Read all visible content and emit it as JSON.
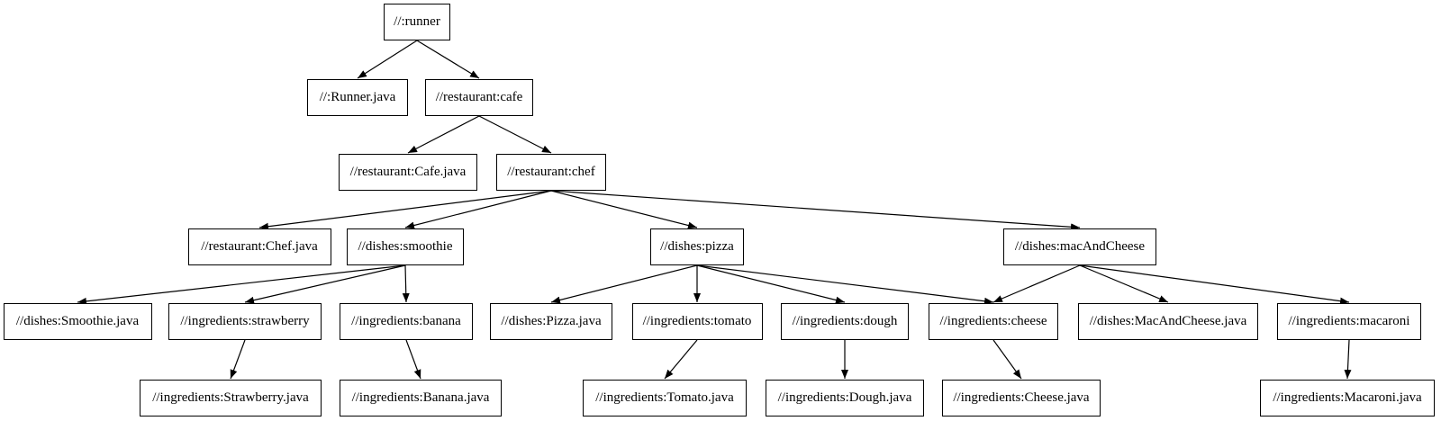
{
  "diagram": {
    "type": "dependency-graph",
    "background_color": "#ffffff",
    "node_fill_color": "#ffffff",
    "node_border_color": "#000000",
    "edge_color": "#000000",
    "text_color": "#000000",
    "nodes": [
      {
        "id": "runner",
        "label": "//:runner"
      },
      {
        "id": "runner_java",
        "label": "//:Runner.java"
      },
      {
        "id": "cafe",
        "label": "//restaurant:cafe"
      },
      {
        "id": "cafe_java",
        "label": "//restaurant:Cafe.java"
      },
      {
        "id": "chef",
        "label": "//restaurant:chef"
      },
      {
        "id": "chef_java",
        "label": "//restaurant:Chef.java"
      },
      {
        "id": "smoothie",
        "label": "//dishes:smoothie"
      },
      {
        "id": "pizza",
        "label": "//dishes:pizza"
      },
      {
        "id": "mac_and_cheese",
        "label": "//dishes:macAndCheese"
      },
      {
        "id": "smoothie_java",
        "label": "//dishes:Smoothie.java"
      },
      {
        "id": "strawberry",
        "label": "//ingredients:strawberry"
      },
      {
        "id": "banana",
        "label": "//ingredients:banana"
      },
      {
        "id": "pizza_java",
        "label": "//dishes:Pizza.java"
      },
      {
        "id": "tomato",
        "label": "//ingredients:tomato"
      },
      {
        "id": "dough",
        "label": "//ingredients:dough"
      },
      {
        "id": "cheese",
        "label": "//ingredients:cheese"
      },
      {
        "id": "mac_and_cheese_java",
        "label": "//dishes:MacAndCheese.java"
      },
      {
        "id": "macaroni",
        "label": "//ingredients:macaroni"
      },
      {
        "id": "strawberry_java",
        "label": "//ingredients:Strawberry.java"
      },
      {
        "id": "banana_java",
        "label": "//ingredients:Banana.java"
      },
      {
        "id": "tomato_java",
        "label": "//ingredients:Tomato.java"
      },
      {
        "id": "dough_java",
        "label": "//ingredients:Dough.java"
      },
      {
        "id": "cheese_java",
        "label": "//ingredients:Cheese.java"
      },
      {
        "id": "macaroni_java",
        "label": "//ingredients:Macaroni.java"
      }
    ],
    "edges": [
      {
        "from": "runner",
        "to": "runner_java"
      },
      {
        "from": "runner",
        "to": "cafe"
      },
      {
        "from": "cafe",
        "to": "cafe_java"
      },
      {
        "from": "cafe",
        "to": "chef"
      },
      {
        "from": "chef",
        "to": "chef_java"
      },
      {
        "from": "chef",
        "to": "smoothie"
      },
      {
        "from": "chef",
        "to": "pizza"
      },
      {
        "from": "chef",
        "to": "mac_and_cheese"
      },
      {
        "from": "smoothie",
        "to": "smoothie_java"
      },
      {
        "from": "smoothie",
        "to": "strawberry"
      },
      {
        "from": "smoothie",
        "to": "banana"
      },
      {
        "from": "pizza",
        "to": "pizza_java"
      },
      {
        "from": "pizza",
        "to": "tomato"
      },
      {
        "from": "pizza",
        "to": "dough"
      },
      {
        "from": "pizza",
        "to": "cheese"
      },
      {
        "from": "mac_and_cheese",
        "to": "cheese"
      },
      {
        "from": "mac_and_cheese",
        "to": "mac_and_cheese_java"
      },
      {
        "from": "mac_and_cheese",
        "to": "macaroni"
      },
      {
        "from": "strawberry",
        "to": "strawberry_java"
      },
      {
        "from": "banana",
        "to": "banana_java"
      },
      {
        "from": "tomato",
        "to": "tomato_java"
      },
      {
        "from": "dough",
        "to": "dough_java"
      },
      {
        "from": "cheese",
        "to": "cheese_java"
      },
      {
        "from": "macaroni",
        "to": "macaroni_java"
      }
    ]
  }
}
